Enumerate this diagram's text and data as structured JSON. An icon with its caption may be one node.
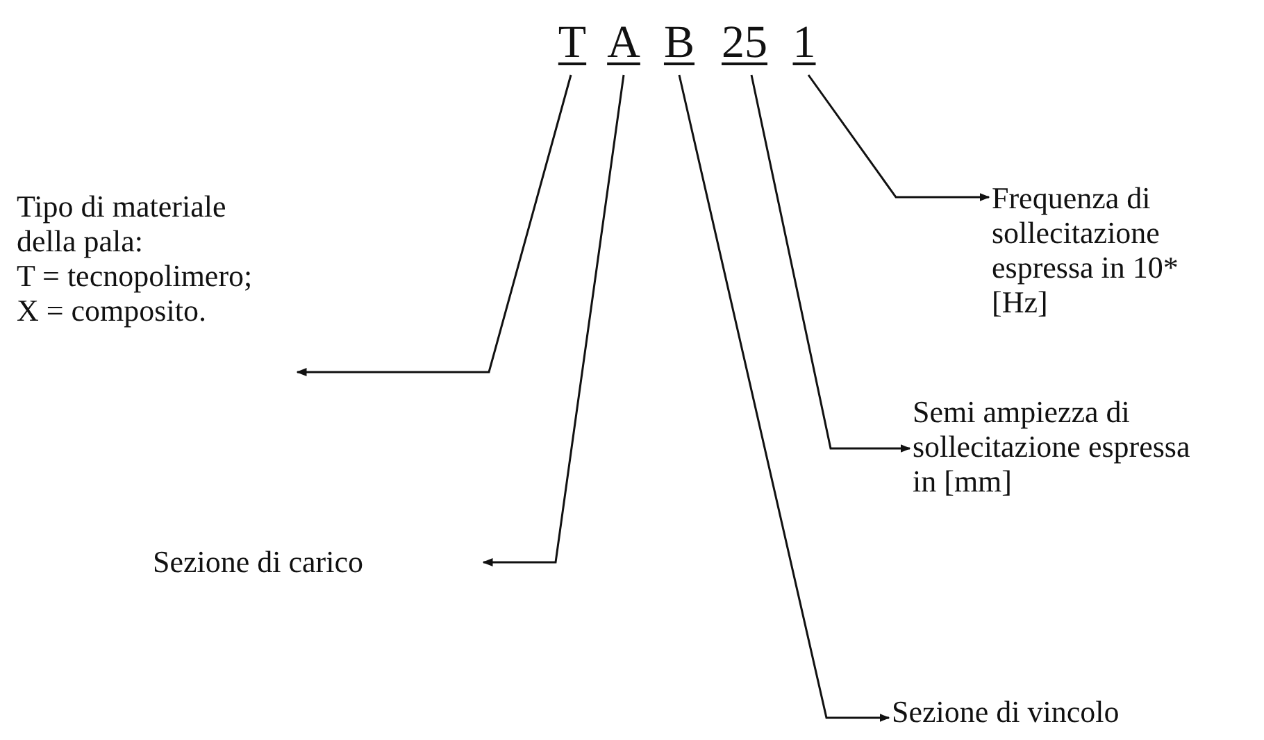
{
  "diagram": {
    "nodes": [
      {
        "text": [
          "T"
        ]
      },
      {
        "text": [
          "A"
        ]
      },
      {
        "text": [
          "B"
        ]
      },
      {
        "text": [
          "25"
        ]
      },
      {
        "text": [
          "1"
        ]
      },
      {
        "text": [
          "Tipo di materiale della pala:",
          "T = tecnopolimero;",
          "X = composito."
        ]
      },
      {
        "text": [
          "Frequenza di sollecitazione espressa in 10*[Hz]"
        ]
      },
      {
        "text": [
          "Semi ampiezza di sollecitazione espressa in [mm]"
        ]
      },
      {
        "text": [
          "Sezione di carico"
        ]
      },
      {
        "text": [
          "Sezione di vincolo"
        ]
      }
    ],
    "edges": [
      {
        "from": 0,
        "to": 5,
        "arrow": "to"
      },
      {
        "from": 1,
        "to": 8,
        "arrow": "to"
      },
      {
        "from": 2,
        "to": 9,
        "arrow": "to"
      },
      {
        "from": 3,
        "to": 7,
        "arrow": "to"
      },
      {
        "from": 4,
        "to": 6,
        "arrow": "to"
      }
    ]
  }
}
